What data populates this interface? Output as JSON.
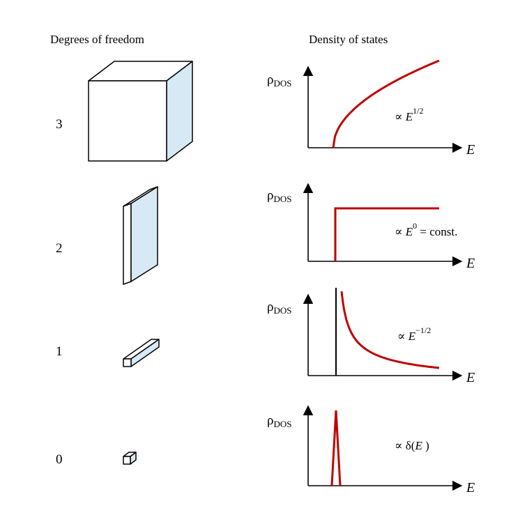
{
  "headers": {
    "left": "Degrees of freedom",
    "right": "Density of states"
  },
  "rows": [
    {
      "dof": "3",
      "ylabel_main": "ρ",
      "ylabel_sub": "DOS",
      "xlabel": "E",
      "formula_prefix": "∝ ",
      "formula_var": "E",
      "formula_sup": "1/2",
      "formula_suffix": ""
    },
    {
      "dof": "2",
      "ylabel_main": "ρ",
      "ylabel_sub": "DOS",
      "xlabel": "E",
      "formula_prefix": "∝ ",
      "formula_var": "E",
      "formula_sup": "0",
      "formula_suffix": " = const."
    },
    {
      "dof": "1",
      "ylabel_main": "ρ",
      "ylabel_sub": "DOS",
      "xlabel": "E",
      "formula_prefix": "∝ ",
      "formula_var": "E",
      "formula_sup": "−1/2",
      "formula_suffix": ""
    },
    {
      "dof": "0",
      "ylabel_main": "ρ",
      "ylabel_sub": "DOS",
      "xlabel": "E",
      "formula_prefix": "∝ δ(",
      "formula_var": "E",
      "formula_sup": "",
      "formula_suffix": " )"
    }
  ],
  "colors": {
    "curve": "#c00000",
    "shape_side": "#d6e9f5",
    "axis": "#000000"
  }
}
